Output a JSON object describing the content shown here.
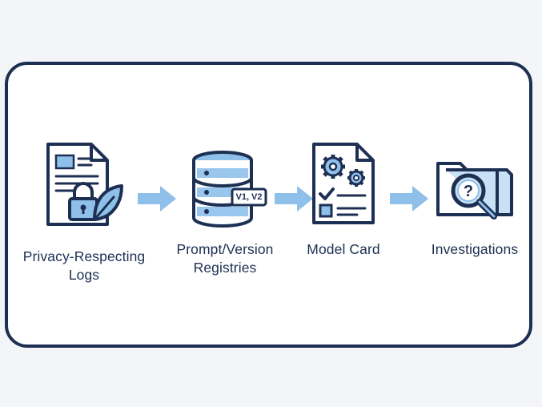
{
  "steps": [
    {
      "label_line1": "Privacy-Respecting",
      "label_line2": "Logs",
      "icon": "locked-document-leaf-icon"
    },
    {
      "label_line1": "Prompt/Version",
      "label_line2": "Registries",
      "icon": "database-icon",
      "tag": "V1, V2"
    },
    {
      "label_line1": "Model Card",
      "label_line2": "",
      "icon": "gear-checklist-document-icon"
    },
    {
      "label_line1": "Investigations",
      "label_line2": "",
      "icon": "folder-magnifier-question-icon"
    }
  ],
  "colors": {
    "outline": "#1d2f52",
    "accent": "#8ec0ea",
    "accent_light": "#c9e1f6",
    "arrow": "#8ec0ea"
  }
}
